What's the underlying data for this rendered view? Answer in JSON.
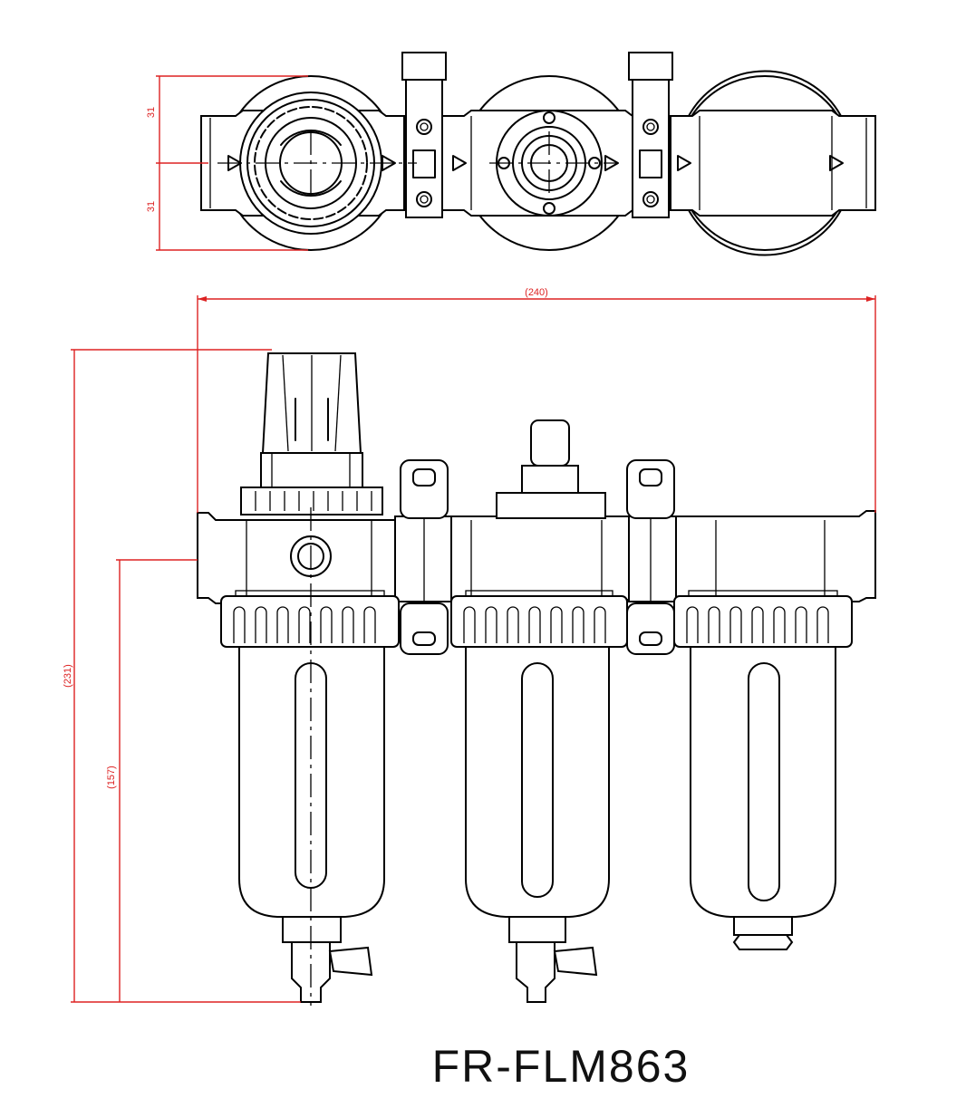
{
  "title": "FR-FLM863",
  "dimensions": {
    "top_upper": "31",
    "top_lower": "31",
    "overall_width": "(240)",
    "overall_height": "(231)",
    "lower_height": "(157)"
  },
  "colors": {
    "outline": "#000000",
    "dimension": "#d22222",
    "background": "#ffffff"
  }
}
